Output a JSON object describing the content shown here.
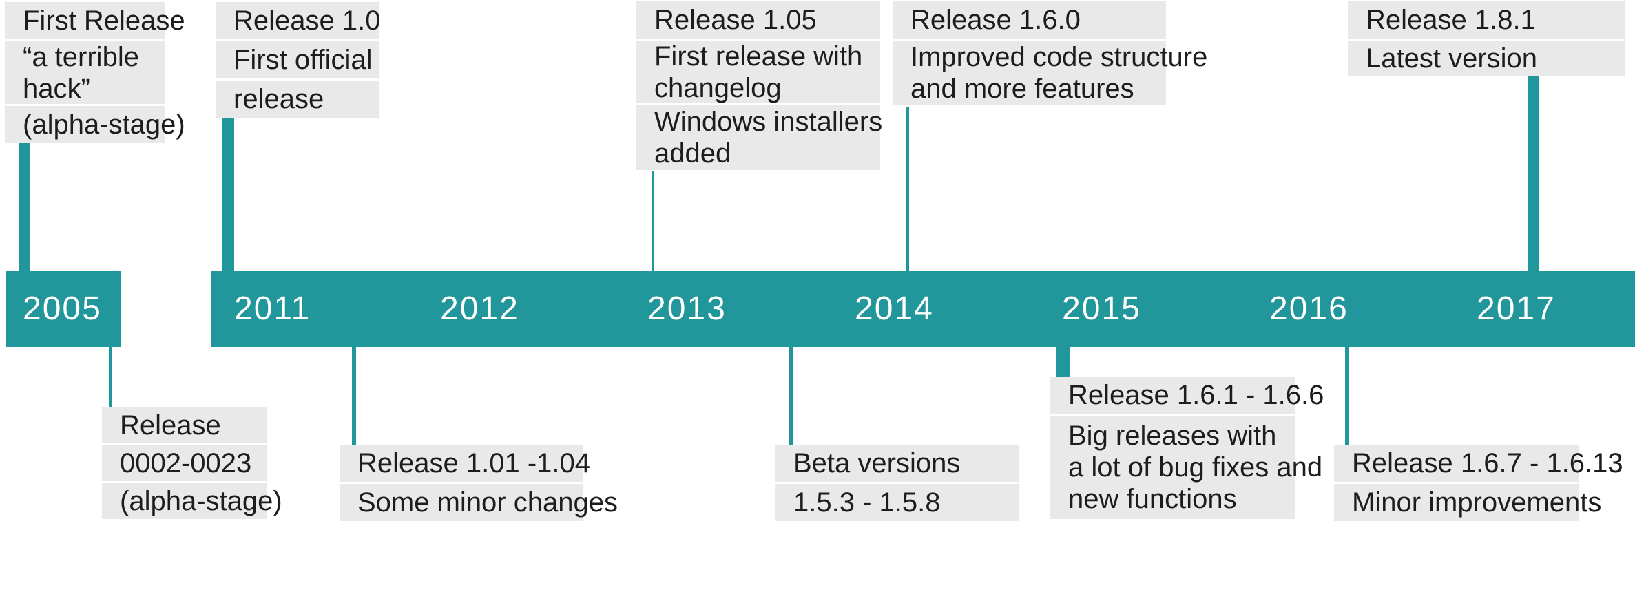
{
  "title": "Software release history timeline",
  "colors": {
    "timeline_teal": "#21969B",
    "box_background": "#E9E9E9",
    "box_text": "#1D1D1D",
    "year_text": "#FFFFFF",
    "page_background": "#FFFFFF"
  },
  "timeline": {
    "years": [
      "2005",
      "2011",
      "2012",
      "2013",
      "2014",
      "2015",
      "2016",
      "2017"
    ]
  },
  "events_above": [
    {
      "id": "first-release",
      "year": "2005",
      "rows": [
        [
          "First Release"
        ],
        [
          "“a terrible",
          "hack”"
        ],
        [
          "(alpha-stage)"
        ]
      ]
    },
    {
      "id": "release-1-0",
      "year": "2011",
      "rows": [
        [
          "Release 1.0"
        ],
        [
          "First official"
        ],
        [
          "release"
        ]
      ]
    },
    {
      "id": "release-1-05",
      "year": "2013",
      "rows": [
        [
          "Release 1.05"
        ],
        [
          "First release with",
          "changelog"
        ],
        [
          "Windows installers",
          "added"
        ]
      ]
    },
    {
      "id": "release-1-6-0",
      "year": "2014",
      "rows": [
        [
          "Release 1.6.0"
        ],
        [
          "Improved code structure",
          "and more features"
        ]
      ]
    },
    {
      "id": "release-1-8-1",
      "year": "2017",
      "rows": [
        [
          "Release 1.8.1"
        ],
        [
          "Latest version"
        ]
      ]
    }
  ],
  "events_below": [
    {
      "id": "release-0002-0023",
      "year": "2005",
      "rows": [
        [
          "Release"
        ],
        [
          "0002-0023"
        ],
        [
          "(alpha-stage)"
        ]
      ]
    },
    {
      "id": "release-1-01-1-04",
      "year": "2011-2012",
      "rows": [
        [
          "Release 1.01 -1.04"
        ],
        [
          "Some minor changes"
        ]
      ]
    },
    {
      "id": "beta-versions",
      "year": "2013-2014",
      "rows": [
        [
          "Beta versions"
        ],
        [
          "1.5.3 - 1.5.8"
        ]
      ]
    },
    {
      "id": "release-1-6-1-1-6-6",
      "year": "2015",
      "rows": [
        [
          "Release 1.6.1 - 1.6.6"
        ],
        [
          "Big releases with",
          "a lot of bug fixes and",
          "new functions"
        ]
      ]
    },
    {
      "id": "release-1-6-7-1-6-13",
      "year": "2016",
      "rows": [
        [
          "Release 1.6.7 - 1.6.13"
        ],
        [
          "Minor improvements"
        ]
      ]
    }
  ]
}
